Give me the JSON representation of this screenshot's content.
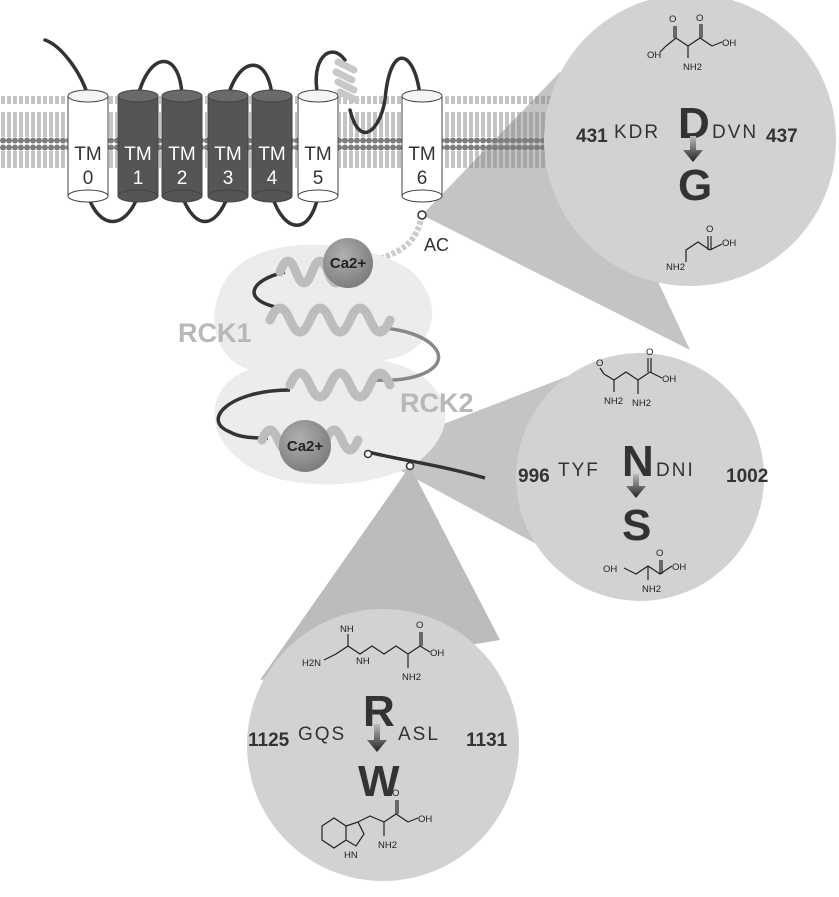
{
  "membrane": {
    "segments": [
      {
        "line1": "TM",
        "line2": "0",
        "style": "light"
      },
      {
        "line1": "TM",
        "line2": "1",
        "style": "dark"
      },
      {
        "line1": "TM",
        "line2": "2",
        "style": "dark"
      },
      {
        "line1": "TM",
        "line2": "3",
        "style": "dark"
      },
      {
        "line1": "TM",
        "line2": "4",
        "style": "dark"
      },
      {
        "line1": "TM",
        "line2": "5",
        "style": "light"
      },
      {
        "line1": "TM",
        "line2": "6",
        "style": "light"
      }
    ]
  },
  "labels": {
    "ac": "AC",
    "rck1": "RCK1",
    "rck2": "RCK2",
    "ca1": "Ca2+",
    "ca2": "Ca2+"
  },
  "mutations": [
    {
      "start": "431",
      "before": "KDR",
      "wild": "D",
      "after": "DVN",
      "end": "437",
      "mutant": "G"
    },
    {
      "start": "996",
      "before": "TYF",
      "wild": "N",
      "after": "DNI",
      "end": "1002",
      "mutant": "S"
    },
    {
      "start": "1125",
      "before": "GQS",
      "wild": "R",
      "after": "ASL",
      "end": "1131",
      "mutant": "W"
    }
  ],
  "structure_atoms": {
    "oh": "OH",
    "o": "O",
    "nh2": "NH2",
    "nh": "NH",
    "hn": "HN",
    "h2n": "H2N"
  },
  "colors": {
    "dark_helix": "#555555",
    "light_helix": "#ffffff",
    "zoom_circle": "#d4d4d4",
    "cone": "#b9b9b9",
    "calcium": "#8a8a8a",
    "rck_cloud": "#eaeaea"
  }
}
